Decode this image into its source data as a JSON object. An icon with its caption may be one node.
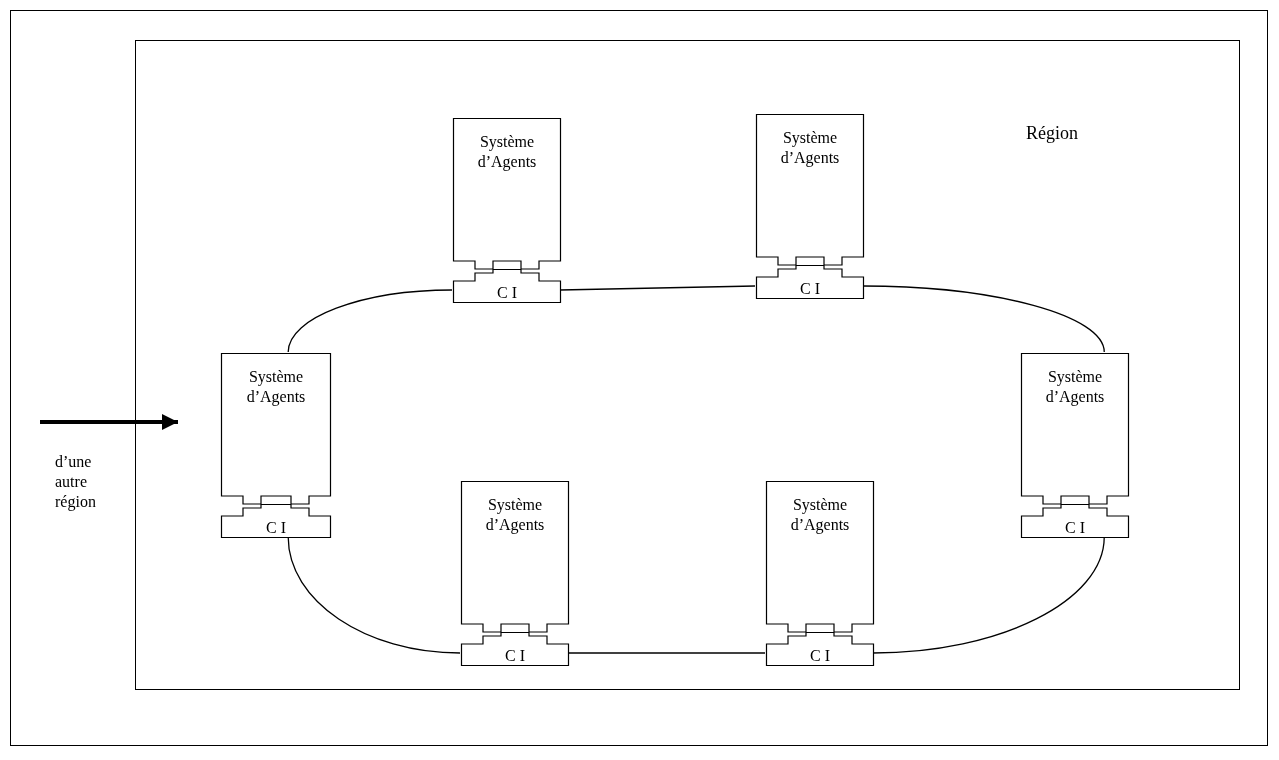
{
  "diagram": {
    "nodes": [
      {
        "text": [
          "Région"
        ]
      },
      {
        "text": [
          "Système d’Agents"
        ],
        "in": 0
      },
      {
        "text": [
          "C I"
        ],
        "in": 0
      },
      {
        "text": [
          "Système d’Agents"
        ],
        "in": 0
      },
      {
        "text": [
          "C I"
        ],
        "in": 0
      },
      {
        "text": [
          "Système d’Agents"
        ],
        "in": 0
      },
      {
        "text": [
          "C I"
        ],
        "in": 0
      },
      {
        "text": [
          "Système d’Agents"
        ],
        "in": 0
      },
      {
        "text": [
          "C I"
        ],
        "in": 0
      },
      {
        "text": [
          "Système d’Agents"
        ],
        "in": 0
      },
      {
        "text": [
          "C I"
        ],
        "in": 0
      },
      {
        "text": [
          "Système d’Agents"
        ],
        "in": 0
      },
      {
        "text": [
          "C I"
        ],
        "in": 0
      },
      {
        "text": [
          "d’une autre région"
        ]
      }
    ],
    "edges": [
      {
        "from": 2,
        "to": 4,
        "arrow": "none"
      },
      {
        "from": 2,
        "to": 5,
        "arrow": "none"
      },
      {
        "from": 4,
        "to": 7,
        "arrow": "none"
      },
      {
        "from": 6,
        "to": 10,
        "arrow": "none"
      },
      {
        "from": 8,
        "to": 12,
        "arrow": "none"
      },
      {
        "from": 10,
        "to": 12,
        "arrow": "none"
      },
      {
        "from": 13,
        "to": 0,
        "arrow": "to",
        "style": "thick"
      }
    ]
  }
}
